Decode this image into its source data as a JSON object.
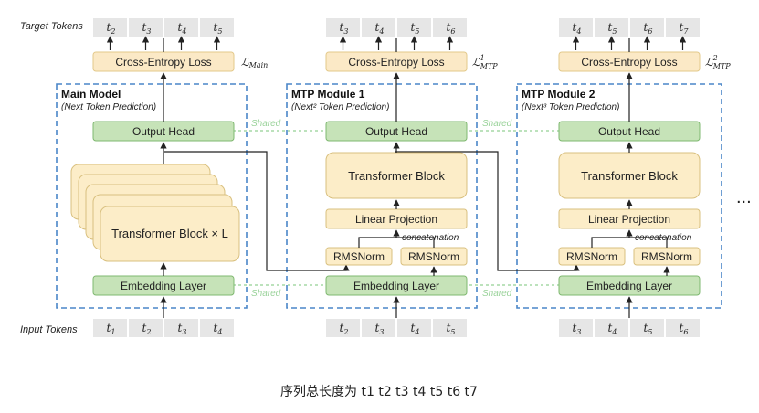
{
  "labels": {
    "target_tokens": "Target Tokens",
    "input_tokens": "Input Tokens",
    "ellipsis": "...",
    "caption": "序列总长度为 t1 t2 t3 t4 t5 t6 t7"
  },
  "main_model": {
    "title": "Main Model",
    "subtitle": "(Next Token Prediction)",
    "loss": "Cross-Entropy Loss",
    "loss_symbol": "ℒ",
    "loss_symbol_sub": "Main",
    "output_head": "Output Head",
    "transformer": "Transformer Block × L",
    "embedding": "Embedding Layer",
    "target_tokens": [
      {
        "t": "t",
        "s": "2"
      },
      {
        "t": "t",
        "s": "3"
      },
      {
        "t": "t",
        "s": "4"
      },
      {
        "t": "t",
        "s": "5"
      }
    ],
    "input_tokens": [
      {
        "t": "t",
        "s": "1"
      },
      {
        "t": "t",
        "s": "2"
      },
      {
        "t": "t",
        "s": "3"
      },
      {
        "t": "t",
        "s": "4"
      }
    ]
  },
  "mtp1": {
    "title": "MTP Module 1",
    "subtitle": "(Next² Token Prediction)",
    "loss": "Cross-Entropy Loss",
    "loss_symbol": "ℒ",
    "loss_symbol_sup": "1",
    "loss_symbol_sub": "MTP",
    "output_head": "Output Head",
    "transformer": "Transformer Block",
    "linear": "Linear Projection",
    "concat": "concatenation",
    "rms_left": "RMSNorm",
    "rms_right": "RMSNorm",
    "embedding": "Embedding Layer",
    "target_tokens": [
      {
        "t": "t",
        "s": "3"
      },
      {
        "t": "t",
        "s": "4"
      },
      {
        "t": "t",
        "s": "5"
      },
      {
        "t": "t",
        "s": "6"
      }
    ],
    "input_tokens": [
      {
        "t": "t",
        "s": "2"
      },
      {
        "t": "t",
        "s": "3"
      },
      {
        "t": "t",
        "s": "4"
      },
      {
        "t": "t",
        "s": "5"
      }
    ]
  },
  "mtp2": {
    "title": "MTP Module 2",
    "subtitle": "(Next³ Token Prediction)",
    "loss": "Cross-Entropy Loss",
    "loss_symbol": "ℒ",
    "loss_symbol_sup": "2",
    "loss_symbol_sub": "MTP",
    "output_head": "Output Head",
    "transformer": "Transformer Block",
    "linear": "Linear Projection",
    "concat": "concatenation",
    "rms_left": "RMSNorm",
    "rms_right": "RMSNorm",
    "embedding": "Embedding Layer",
    "target_tokens": [
      {
        "t": "t",
        "s": "4"
      },
      {
        "t": "t",
        "s": "5"
      },
      {
        "t": "t",
        "s": "6"
      },
      {
        "t": "t",
        "s": "7"
      }
    ],
    "input_tokens": [
      {
        "t": "t",
        "s": "3"
      },
      {
        "t": "t",
        "s": "4"
      },
      {
        "t": "t",
        "s": "5"
      },
      {
        "t": "t",
        "s": "6"
      }
    ]
  },
  "shared_label": "Shared",
  "colors": {
    "loss_fill": "#fbe9c6",
    "loss_stroke": "#e3c98a",
    "green_fill": "#c6e3b8",
    "green_stroke": "#7fb870",
    "yellow_fill": "#fcedc8",
    "yellow_stroke": "#d9c07f",
    "token_fill": "#e6e6e6",
    "dashed_border": "#4a86c8",
    "shared_line": "#a6d8a6",
    "arrow": "#222222"
  }
}
